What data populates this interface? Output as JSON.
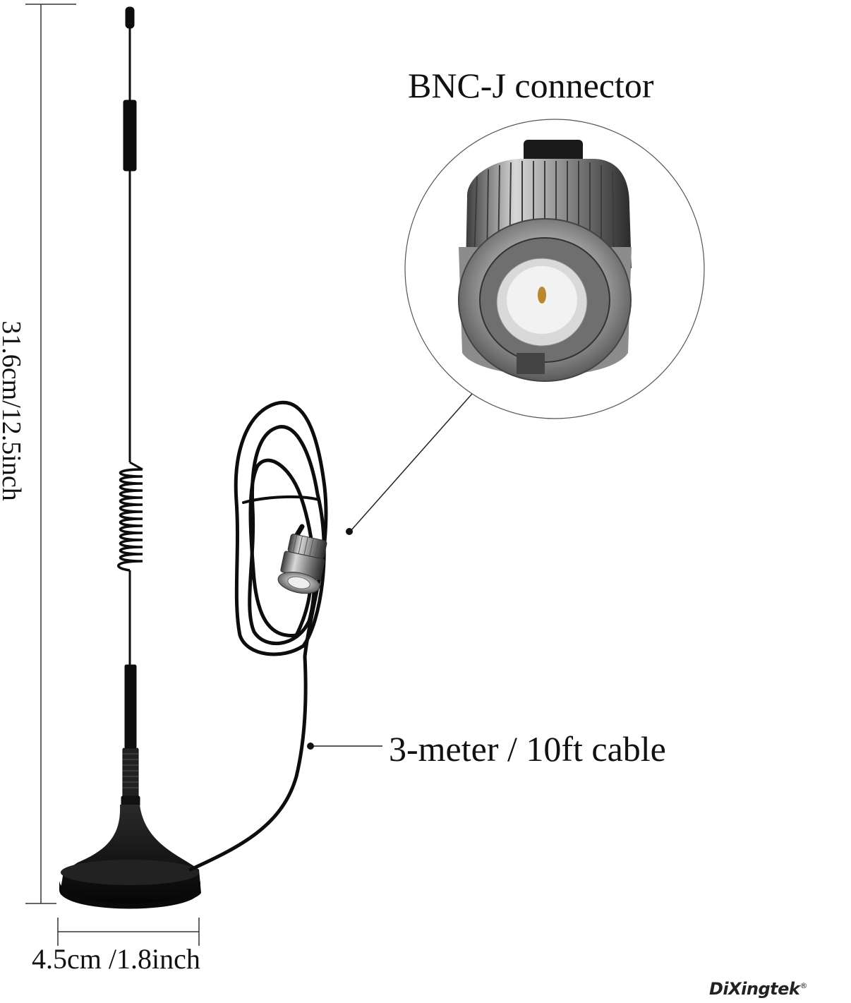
{
  "title": "BNC-J connector",
  "cable_label": "3-meter / 10ft cable",
  "width_label": "4.5cm /1.8inch",
  "height_label": "31.6cm/12.5inch",
  "brand": "DiXingtek",
  "brand_mark": "®",
  "colors": {
    "background": "#ffffff",
    "antenna": "#0d0d0d",
    "chrome": "#b8b8b8",
    "dimension_line": "#333333"
  }
}
